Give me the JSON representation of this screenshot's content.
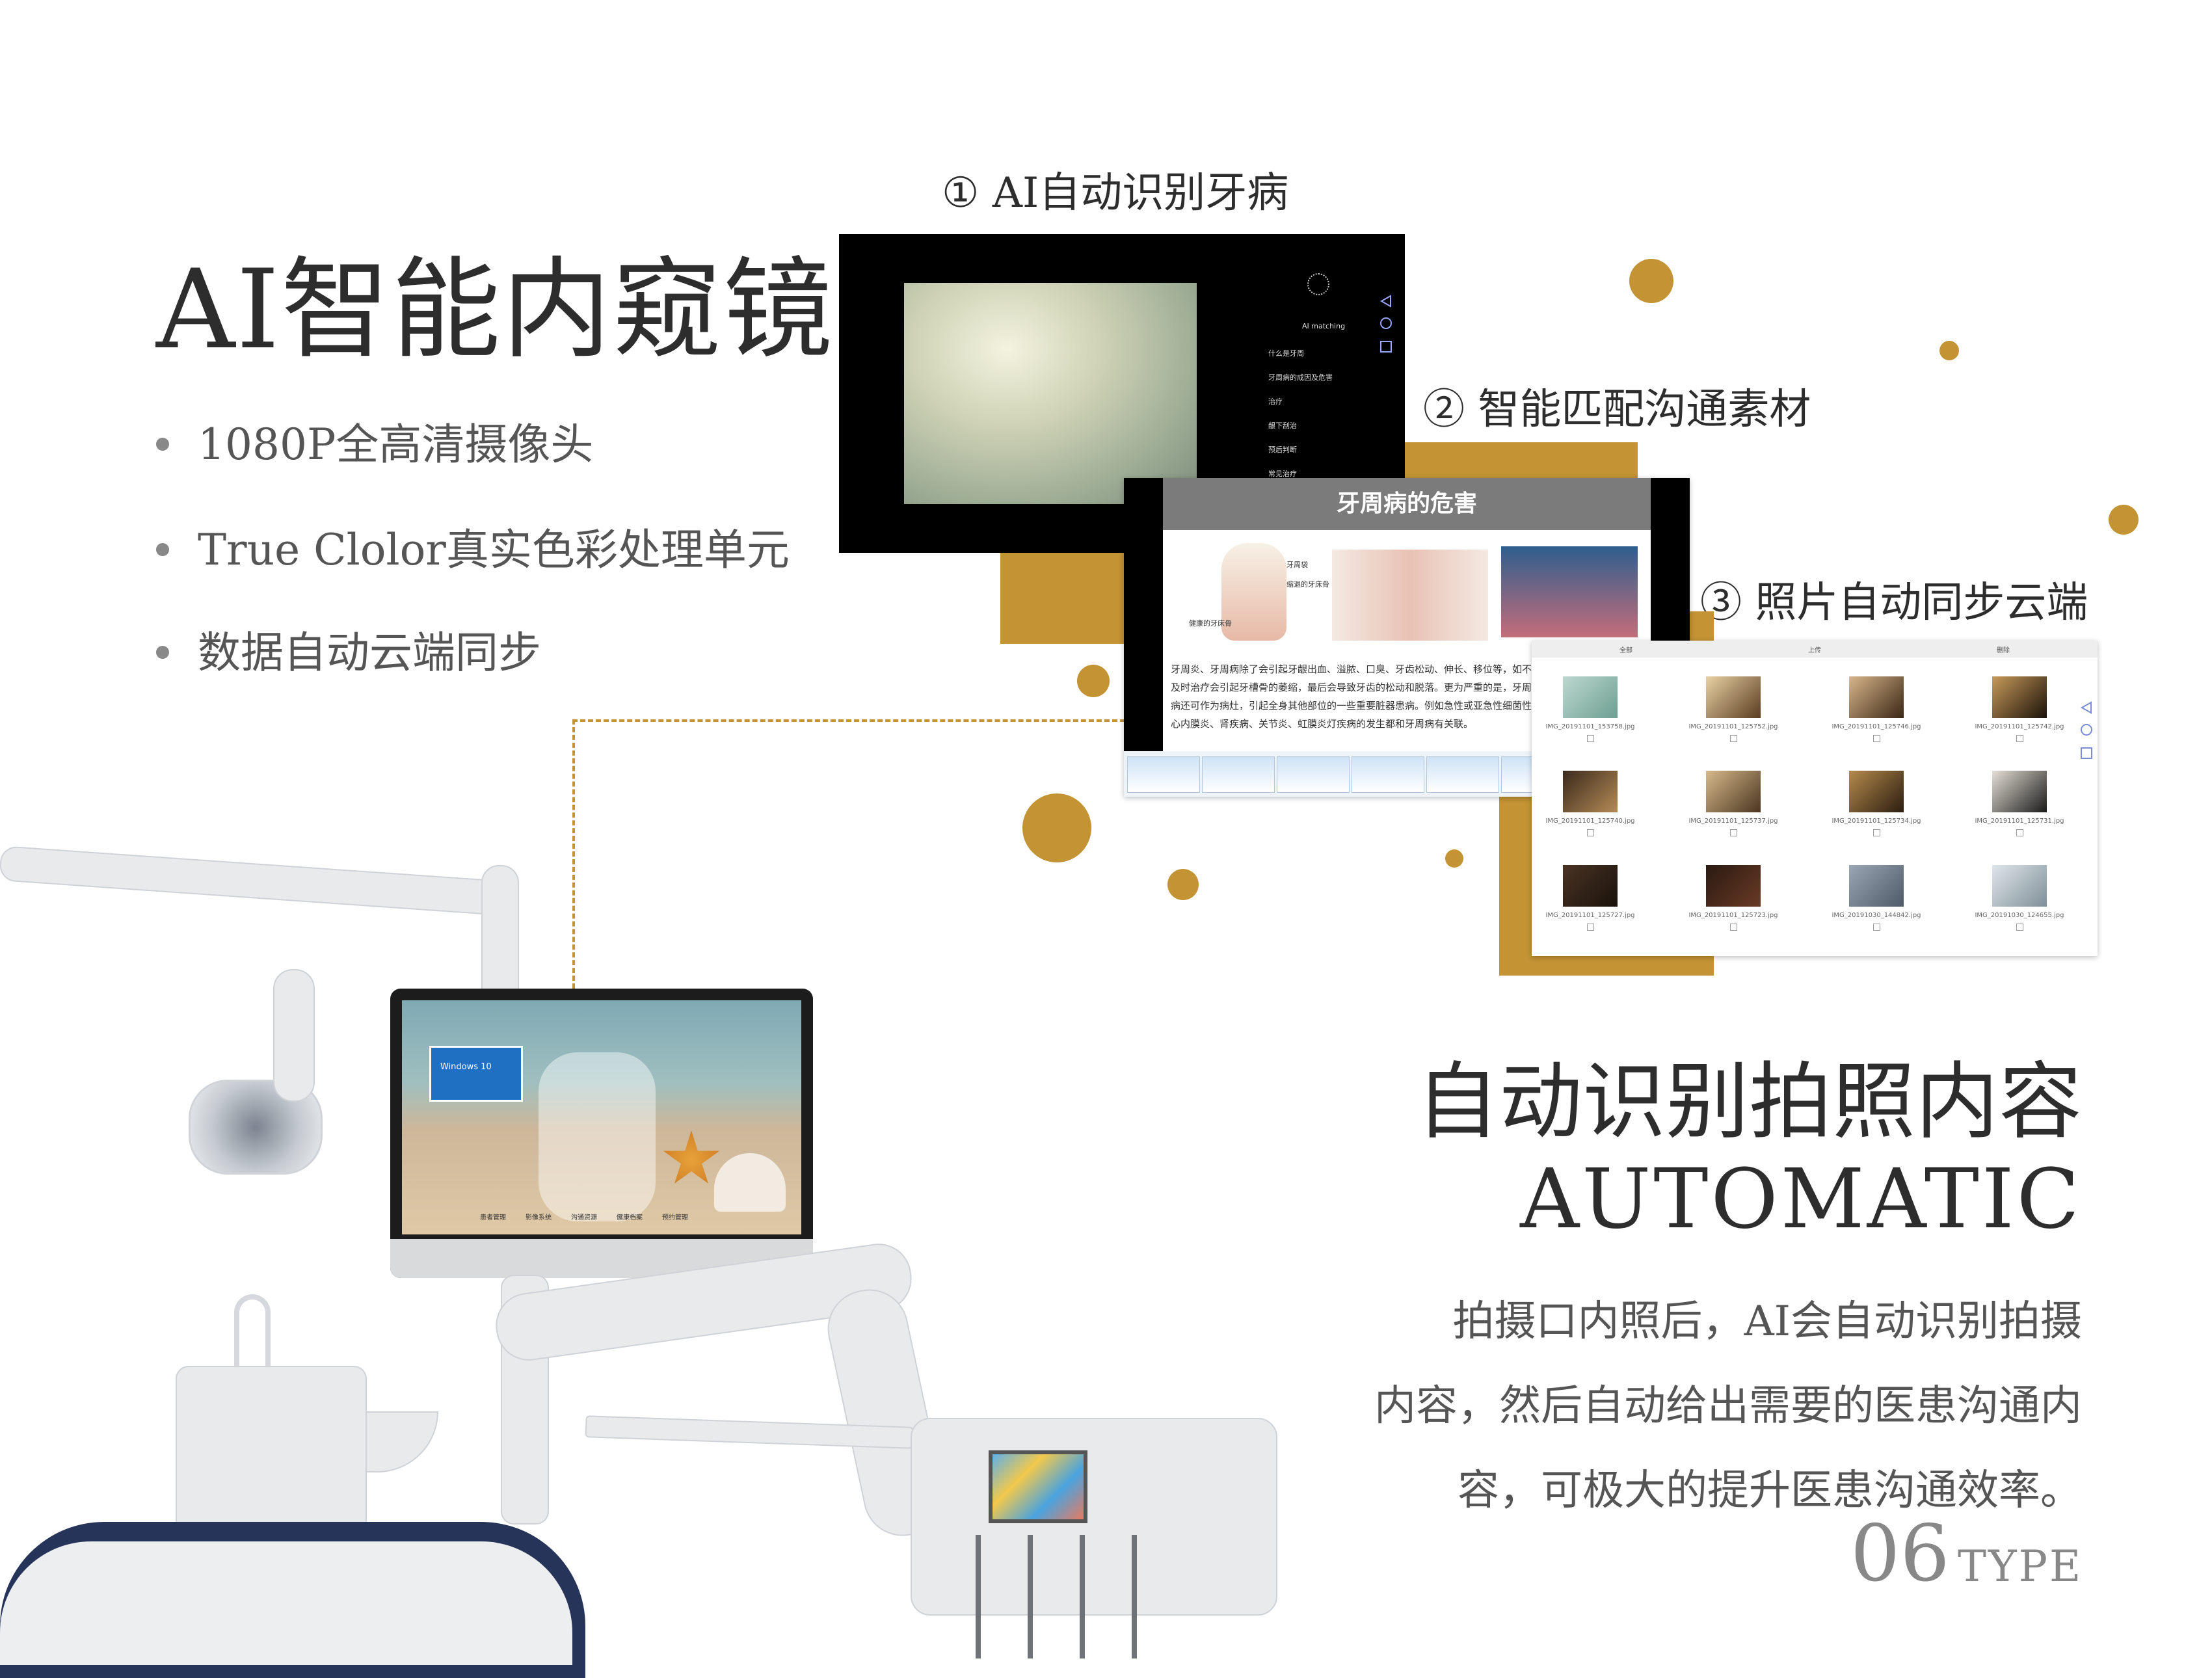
{
  "title": "AI智能内窥镜",
  "bullets": [
    "1080P全高清摄像头",
    "True Clolor真实色彩处理单元",
    "数据自动云端同步"
  ],
  "steps": [
    "① AI自动识别牙病",
    "② 智能匹配沟通素材",
    "③ 照片自动同步云端"
  ],
  "screen1": {
    "header": "AI matching",
    "menu": [
      "什么是牙周",
      "牙周病的成因及危害",
      "治疗",
      "龈下刮治",
      "预后判断",
      "常见治疗"
    ]
  },
  "screen2": {
    "title": "牙周病的危害",
    "labels": [
      "牙周袋",
      "健康的牙床骨",
      "缩退的牙床骨"
    ],
    "paragraph": "牙周炎、牙周病除了会引起牙龈出血、溢脓、口臭、牙齿松动、伸长、移位等，如不及时治疗会引起牙槽骨的萎缩，最后会导致牙齿的松动和脱落。更为严重的是，牙周病还可作为病灶，引起全身其他部位的一些重要脏器患病。例如急性或亚急性细菌性心内膜炎、肾疾病、关节炎、虹膜炎灯疾病的发生都和牙周病有关联。"
  },
  "screen3": {
    "tabs": [
      "全部",
      "上传",
      "删除"
    ],
    "photos": [
      "IMG_20191101_153758.jpg",
      "IMG_20191101_125752.jpg",
      "IMG_20191101_125746.jpg",
      "IMG_20191101_125742.jpg",
      "IMG_20191101_125740.jpg",
      "IMG_20191101_125737.jpg",
      "IMG_20191101_125734.jpg",
      "IMG_20191101_125731.jpg",
      "IMG_20191101_125727.jpg",
      "IMG_20191101_125723.jpg",
      "IMG_20191030_144842.jpg",
      "IMG_20191030_124655.jpg"
    ]
  },
  "monitor": {
    "windows_label": "Windows 10",
    "dock": [
      "患者管理",
      "影像系统",
      "沟通资源",
      "健康档案",
      "预约管理"
    ]
  },
  "right": {
    "title": "自动识别拍照内容",
    "subtitle": "AUTOMATIC",
    "description": [
      "拍摄口内照后，AI会自动识别拍摄",
      "内容，然后自动给出需要的医患沟通内",
      "容，可极大的提升医患沟通效率。"
    ],
    "page_number": "06",
    "type_word": "TYPE"
  },
  "colors": {
    "accent": "#c39334",
    "text": "#2d2d2d"
  }
}
